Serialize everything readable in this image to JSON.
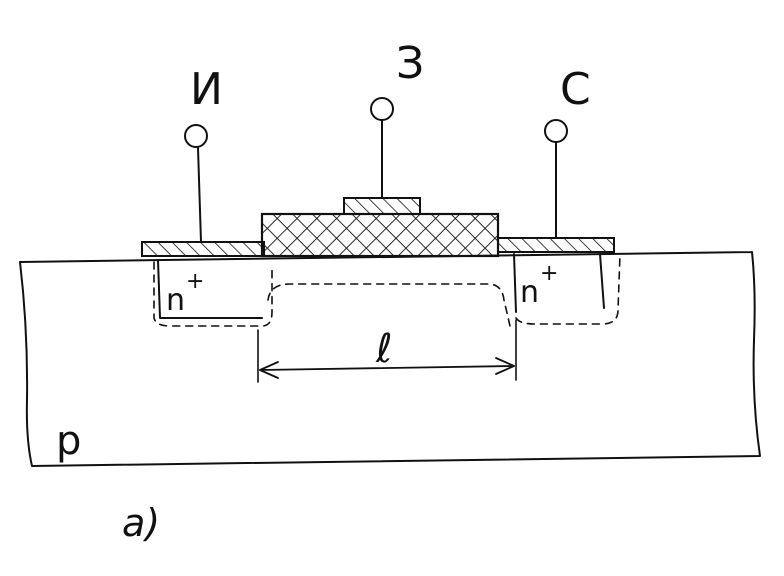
{
  "terminals": {
    "source": "И",
    "gate": "З",
    "drain": "С"
  },
  "regions": {
    "source_doping": "n",
    "drain_doping": "n",
    "doping_superscript": "+",
    "substrate": "p"
  },
  "dimension": {
    "channel_length": "ℓ"
  },
  "figure_label": "a)",
  "colors": {
    "ink": "#111111",
    "background": "#ffffff"
  }
}
